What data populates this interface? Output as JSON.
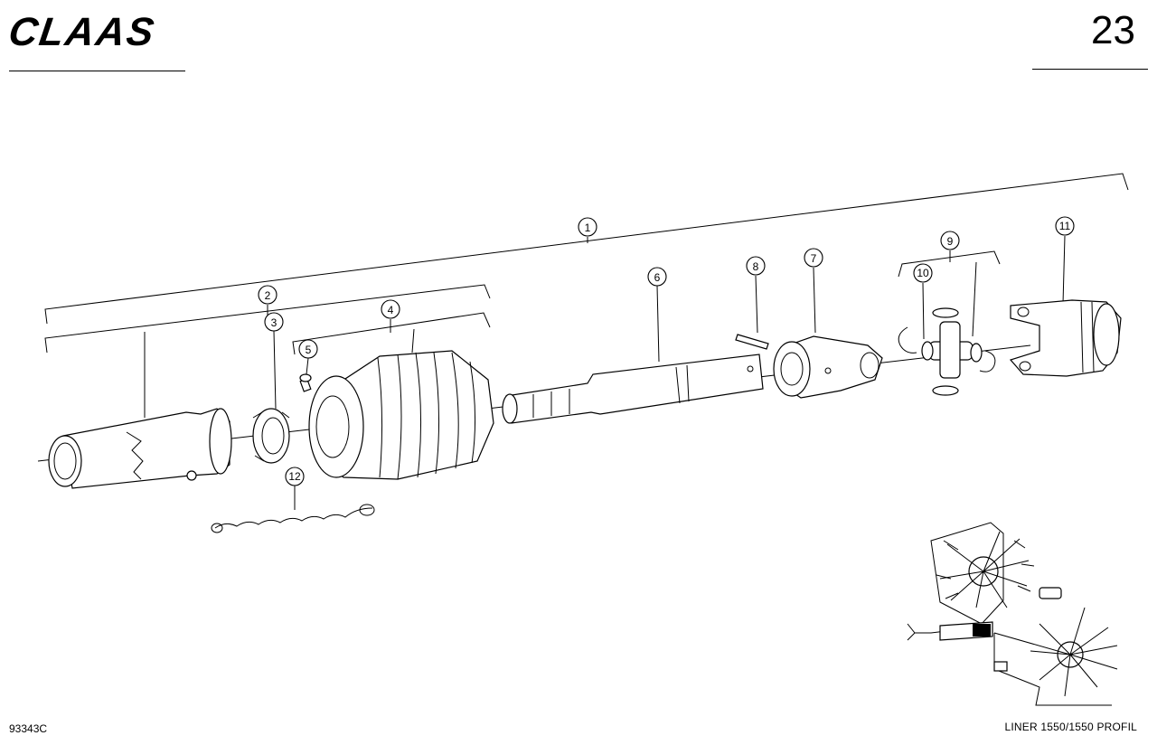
{
  "header": {
    "brand": "CLAAS",
    "page_number": "23"
  },
  "footer": {
    "document_id": "93343C",
    "model": "LINER 1550/1550 PROFIL"
  },
  "callouts": [
    {
      "id": "c1",
      "label": "1"
    },
    {
      "id": "c2",
      "label": "2"
    },
    {
      "id": "c3",
      "label": "3"
    },
    {
      "id": "c4",
      "label": "4"
    },
    {
      "id": "c5",
      "label": "5"
    },
    {
      "id": "c6",
      "label": "6"
    },
    {
      "id": "c7",
      "label": "7"
    },
    {
      "id": "c8",
      "label": "8"
    },
    {
      "id": "c9",
      "label": "9"
    },
    {
      "id": "c10",
      "label": "10"
    },
    {
      "id": "c11",
      "label": "11"
    },
    {
      "id": "c12",
      "label": "12"
    }
  ]
}
